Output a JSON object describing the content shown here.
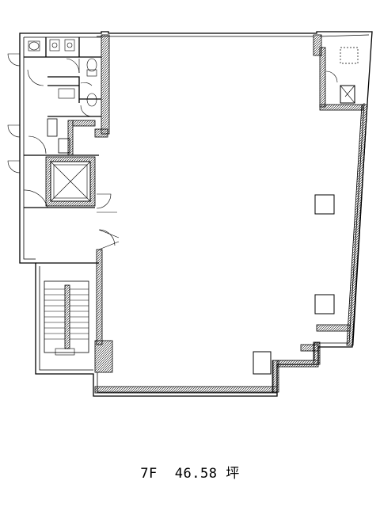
{
  "floor_plan": {
    "floor_label": "7F",
    "area_value": "46.58",
    "area_unit": "坪"
  }
}
